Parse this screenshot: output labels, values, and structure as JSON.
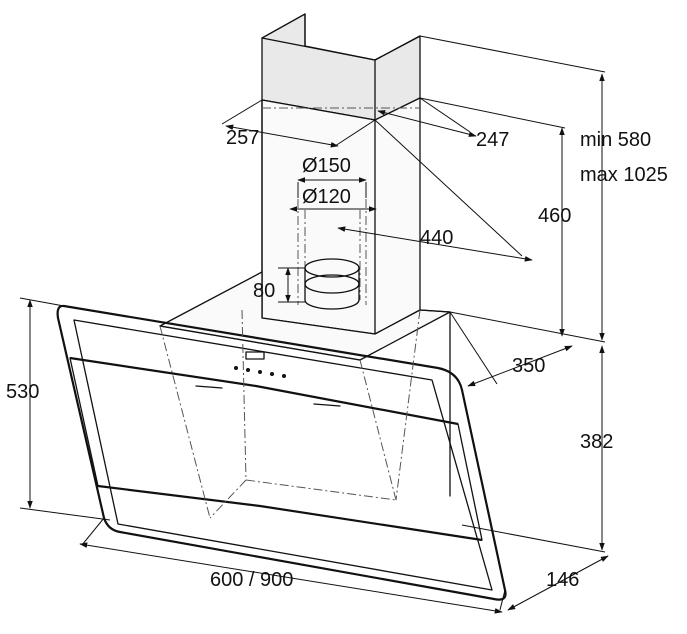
{
  "dimensions": {
    "d257": "257",
    "d247": "247",
    "d150": "Ø150",
    "d120": "Ø120",
    "d440": "440",
    "d460": "460",
    "min": "min 580",
    "max": "max 1025",
    "d80": "80",
    "d530": "530",
    "d350": "350",
    "d382": "382",
    "width": "600 / 900",
    "d146": "146"
  }
}
